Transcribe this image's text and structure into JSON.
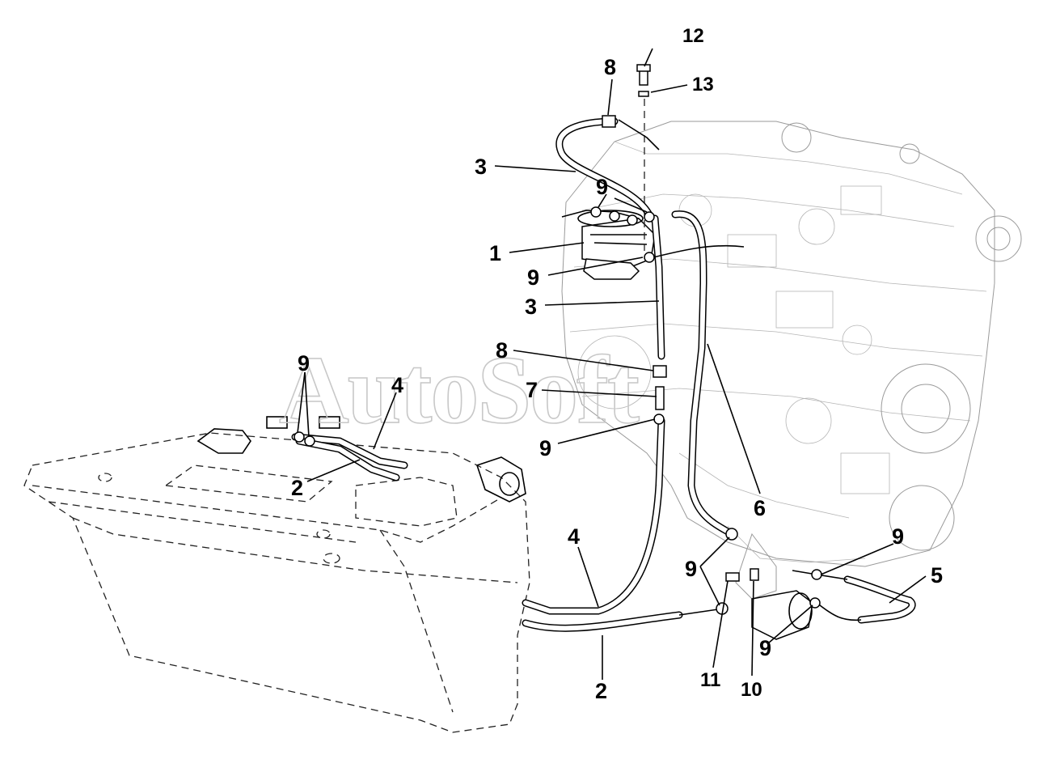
{
  "watermark": "AutoSoft",
  "callouts": {
    "c1": "1",
    "c2a": "2",
    "c2b": "2",
    "c3a": "3",
    "c3b": "3",
    "c4a": "4",
    "c4b": "4",
    "c5": "5",
    "c6": "6",
    "c7": "7",
    "c8a": "8",
    "c8b": "8",
    "c9a": "9",
    "c9b": "9",
    "c9c": "9",
    "c9d": "9",
    "c9e": "9",
    "c9f": "9",
    "c9g": "9",
    "c10": "10",
    "c11": "11",
    "c12": "12",
    "c13": "13"
  },
  "colors": {
    "line": "#000000",
    "watermark": "#c8c8c8",
    "engine": "#9a9a9a"
  }
}
